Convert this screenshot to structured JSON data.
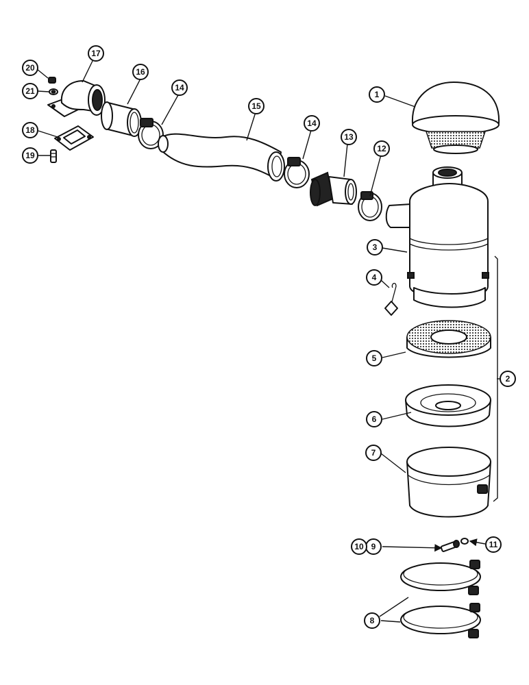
{
  "callouts": {
    "c1": "1",
    "c2": "2",
    "c3": "3",
    "c4": "4",
    "c5": "5",
    "c6": "6",
    "c7": "7",
    "c8": "8",
    "c9": "9",
    "c10": "10",
    "c11": "11",
    "c12": "12",
    "c13": "13",
    "c14a": "14",
    "c14b": "14",
    "c15": "15",
    "c16": "16",
    "c17": "17",
    "c18": "18",
    "c19": "19",
    "c20": "20",
    "c21": "21"
  }
}
